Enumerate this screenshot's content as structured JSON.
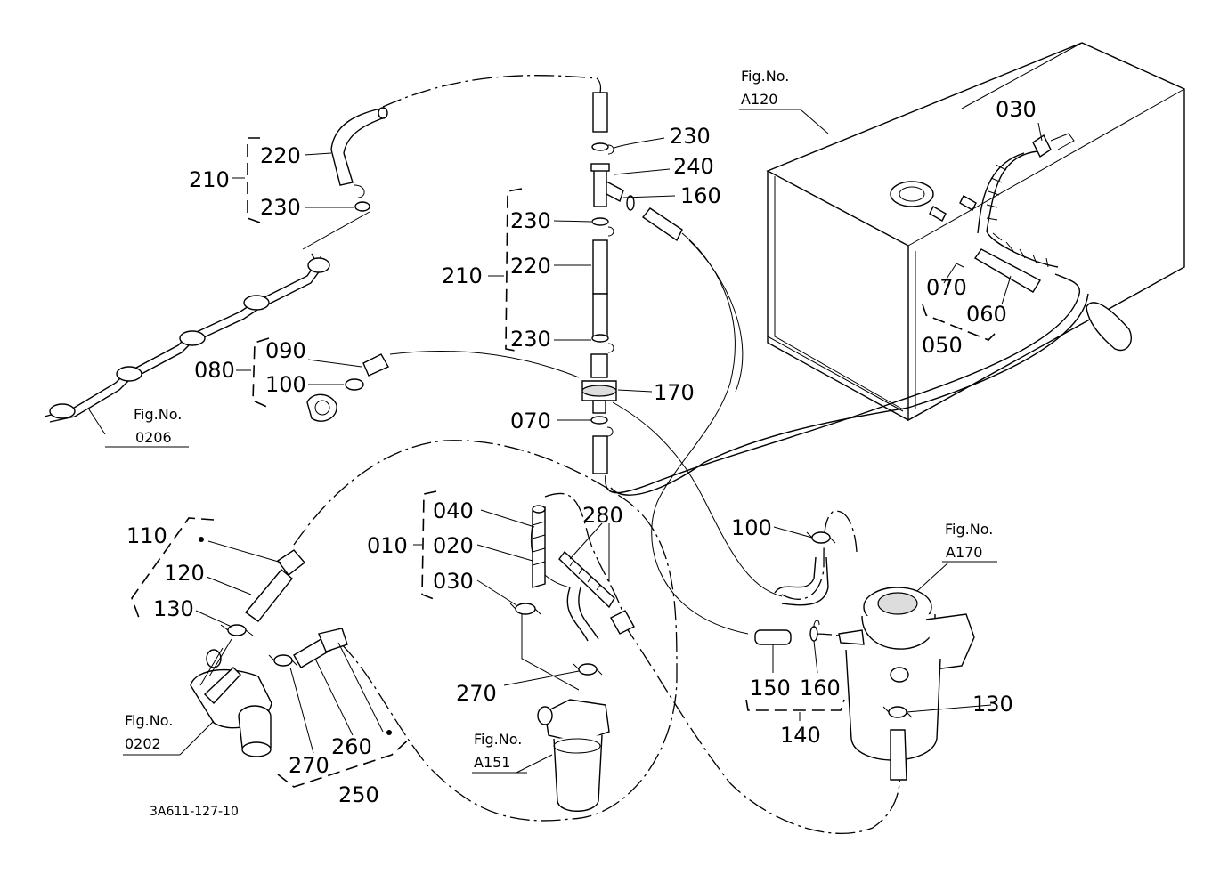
{
  "labels": {
    "l030_tank": "030",
    "l230_a": "230",
    "l240": "240",
    "l160_a": "160",
    "l220_a": "220",
    "l210_a": "210",
    "l230_b": "230",
    "l230_c": "230",
    "l210_b": "210",
    "l220_b": "220",
    "l230_d": "230",
    "l090": "090",
    "l080": "080",
    "l100_a": "100",
    "l170": "170",
    "l070_a": "070",
    "l070_b": "070",
    "l060": "060",
    "l050": "050",
    "l040": "040",
    "l010": "010",
    "l020": "020",
    "l030_b": "030",
    "l280": "280",
    "l110": "110",
    "l120": "120",
    "l130_a": "130",
    "l100_b": "100",
    "l150": "150",
    "l160_b": "160",
    "l140": "140",
    "l130_b": "130",
    "l270_a": "270",
    "l270_b": "270",
    "l260": "260",
    "l250": "250"
  },
  "figure_refs": {
    "a120": {
      "title": "Fig.No.",
      "number": "A120"
    },
    "f0206": {
      "title": "Fig.No.",
      "number": "0206"
    },
    "a170": {
      "title": "Fig.No.",
      "number": "A170"
    },
    "a151": {
      "title": "Fig.No.",
      "number": "A151"
    },
    "f0202": {
      "title": "Fig.No.",
      "number": "0202"
    }
  },
  "drawing_code": "3A611-127-10"
}
